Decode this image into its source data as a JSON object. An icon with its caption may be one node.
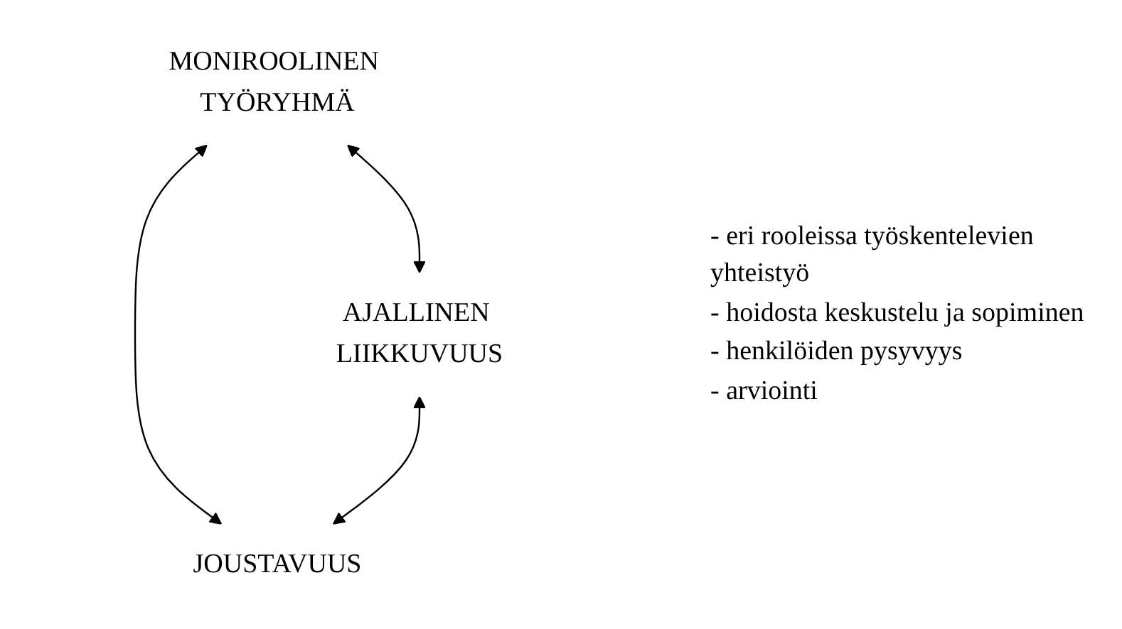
{
  "diagram": {
    "nodes": [
      {
        "text": [
          "MONIROOLINEN TYÖRYHMÄ"
        ]
      },
      {
        "text": [
          "AJALLINEN LIIKKUVUUS"
        ]
      },
      {
        "text": [
          "JOUSTAVUUS"
        ]
      }
    ],
    "edges": [
      {
        "from": 0,
        "to": 1,
        "arrow": "both"
      },
      {
        "from": 0,
        "to": 2,
        "arrow": "both"
      },
      {
        "from": 1,
        "to": 2,
        "arrow": "both"
      }
    ],
    "labels": [
      "- eri rooleissa työskentelevien yhteistyö",
      "- hoidosta keskustelu ja sopiminen",
      "- henkilöiden pysyvyys",
      "- arviointi"
    ]
  }
}
